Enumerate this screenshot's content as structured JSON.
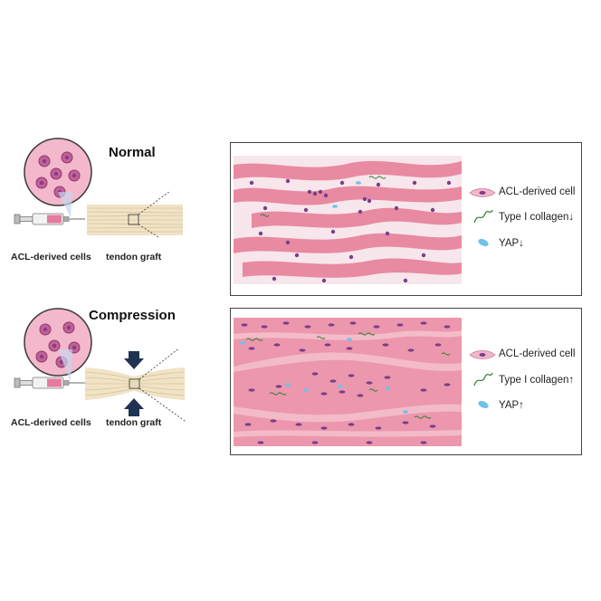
{
  "panels": [
    {
      "title": "Normal",
      "cells_label": "ACL-derived cells",
      "graft_label": "tendon graft",
      "legend": {
        "cell": "ACL-derived cell",
        "collagen": "Type I collagen↓",
        "yap": "YAP↓"
      }
    },
    {
      "title": "Compression",
      "cells_label": "ACL-derived cells",
      "graft_label": "tendon graft",
      "legend": {
        "cell": "ACL-derived cell",
        "collagen": "Type I collagen↑",
        "yap": "YAP↑"
      }
    }
  ],
  "colors": {
    "tissue_pink": "#e8869e",
    "tissue_light": "#f6d3dc",
    "nucleus": "#7a3f8a",
    "collagen": "#2e7d32",
    "yap": "#6fc2e8",
    "graft": "#f0e3c6",
    "arrow": "#1f3252"
  }
}
